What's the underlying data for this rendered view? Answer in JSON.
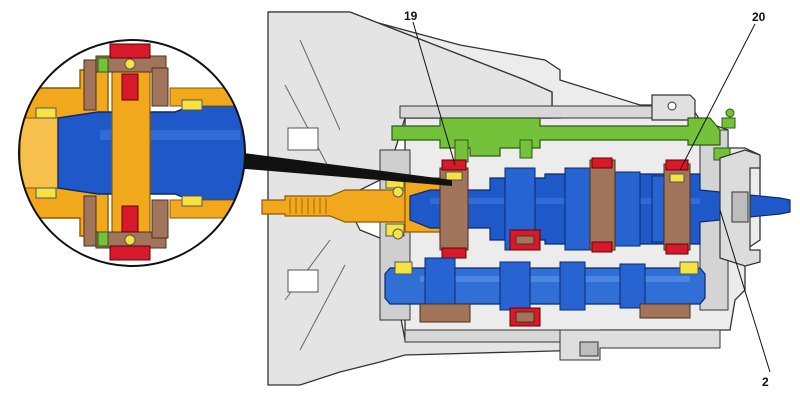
{
  "callouts": [
    {
      "id": "19",
      "text": "19"
    },
    {
      "id": "20",
      "text": "20"
    },
    {
      "id": "2",
      "text": "2"
    }
  ],
  "colors": {
    "housing_fill": "#e6e6e6",
    "housing_stroke": "#333333",
    "main_shaft": "#1f58c8",
    "countershaft": "#2f6fd6",
    "input_shaft": "#f2a81d",
    "selector_rod": "#73c23a",
    "sync_brown": "#a1755b",
    "sync_red": "#d7192b",
    "bearing_yellow": "#f5e342"
  }
}
